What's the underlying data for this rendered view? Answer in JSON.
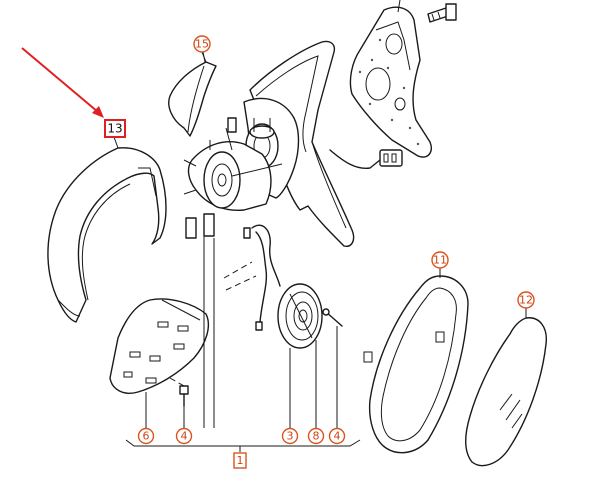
{
  "diagram": {
    "callouts": {
      "c1": "1",
      "c3": "3",
      "c4a": "4",
      "c4b": "4",
      "c6": "6",
      "c8": "8",
      "c11": "11",
      "c12": "12",
      "c13": "13",
      "c15": "15"
    },
    "colors": {
      "callout": "#d9541e",
      "highlight": "#e02020",
      "pointer_arrow": "#e02020",
      "line": "#1a1a1a"
    },
    "highlighted_callout": "13"
  }
}
